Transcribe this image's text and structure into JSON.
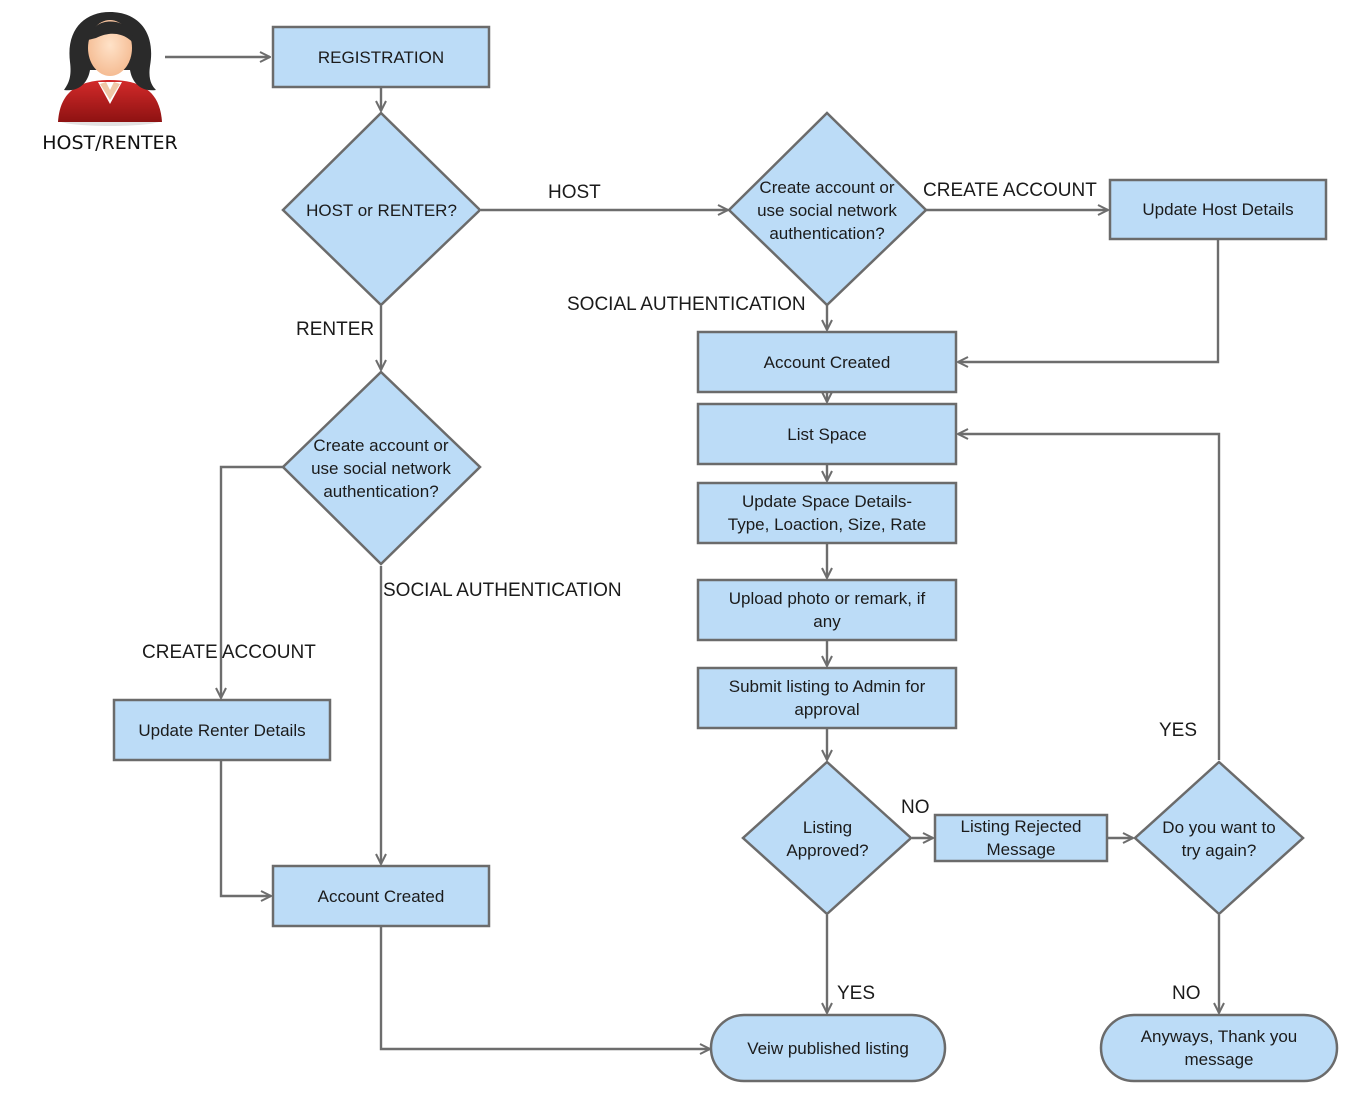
{
  "actor": {
    "label": "HOST/RENTER",
    "icon": "person-icon"
  },
  "nodes": {
    "registration": "REGISTRATION",
    "host_or_renter": "HOST or RENTER?",
    "host_create_choice": "Create account or\nuse social network\nauthentication?",
    "update_host_details": "Update Host Details",
    "host_account_created": "Account Created",
    "list_space": "List Space",
    "update_space_details": "Update Space Details-\nType, Loaction, Size, Rate",
    "upload_photo": "Upload photo or remark, if\nany",
    "submit_listing": "Submit listing to Admin for\napproval",
    "listing_approved": "Listing\nApproved?",
    "listing_rejected": "Listing Rejected\nMessage",
    "try_again": "Do you want to\ntry again?",
    "view_published": "Veiw published listing",
    "thank_you": "Anyways, Thank you\nmessage",
    "renter_create_choice": "Create account or\nuse social network\nauthentication?",
    "update_renter_details": "Update Renter Details",
    "renter_account_created": "Account Created"
  },
  "edge_labels": {
    "host": "HOST",
    "host_create_account": "CREATE ACCOUNT",
    "host_social_auth": "SOCIAL AUTHENTICATION",
    "renter": "RENTER",
    "renter_social_auth": "SOCIAL AUTHENTICATION",
    "renter_create_account": "CREATE ACCOUNT",
    "approved_no": "NO",
    "approved_yes": "YES",
    "try_again_yes": "YES",
    "try_again_no": "NO"
  },
  "colors": {
    "fill": "#bcdcf7",
    "stroke": "#6b6b6b",
    "connector": "#6d6d6d"
  }
}
